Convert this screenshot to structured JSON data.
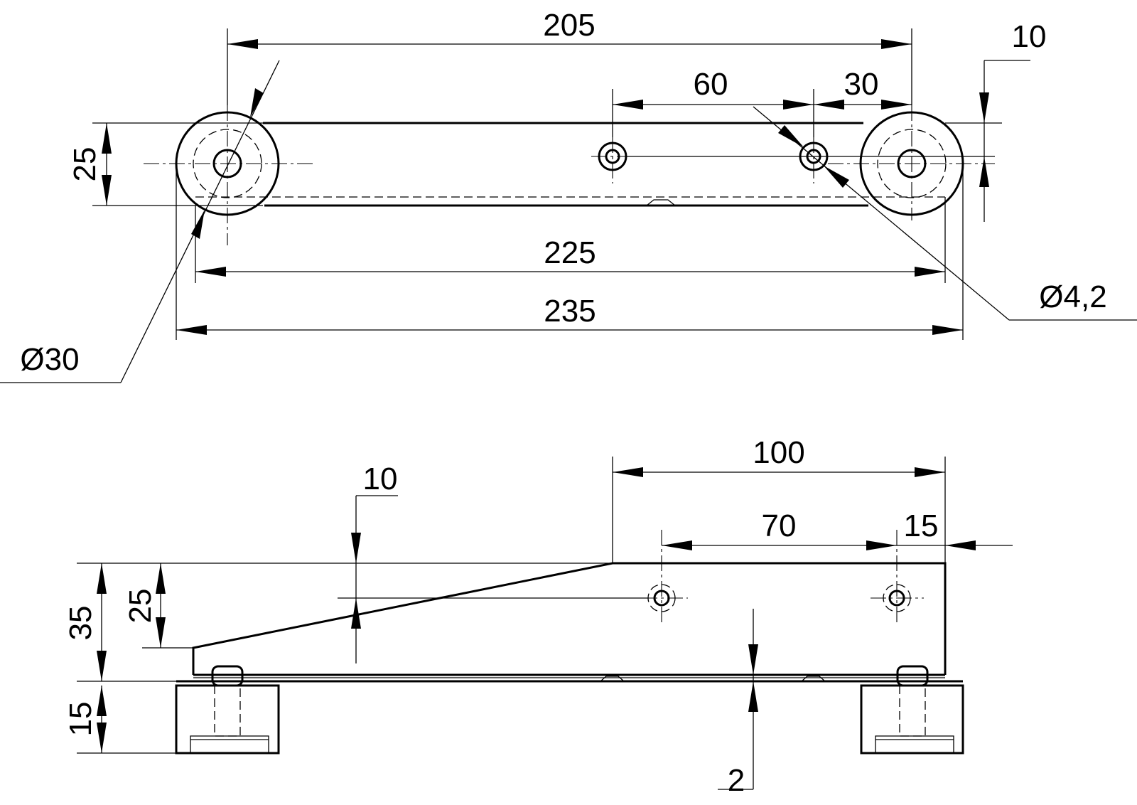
{
  "drawing": {
    "top_view": {
      "dims": {
        "overall_205": "205",
        "hole_spacing_60": "60",
        "hole_offset_30": "30",
        "offset_10": "10",
        "height_25": "25",
        "length_225": "225",
        "length_235": "235",
        "foot_diameter": "Ø30",
        "hole_diameter": "Ø4,2"
      }
    },
    "side_view": {
      "dims": {
        "length_100": "100",
        "hole_spacing_70": "70",
        "hole_offset_15": "15",
        "slope_10": "10",
        "height_35": "35",
        "height_25": "25",
        "foot_15": "15",
        "gap_2": "2"
      }
    }
  }
}
